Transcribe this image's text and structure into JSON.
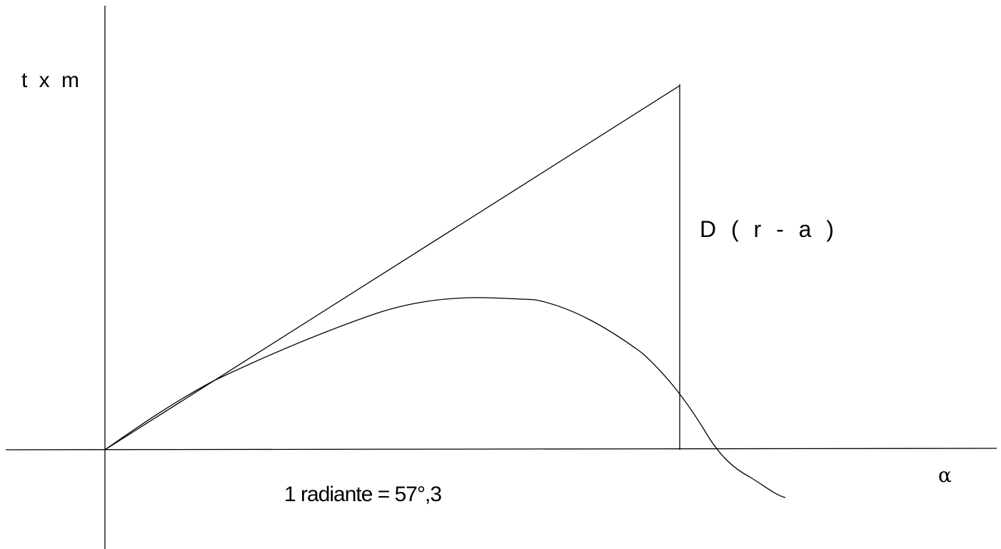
{
  "diagram": {
    "y_axis_label": "t x m",
    "x_axis_label": "α",
    "segment_label": "D ( r - a )",
    "note": "1 radiante = 57°,3",
    "stroke_color": "#000000"
  }
}
